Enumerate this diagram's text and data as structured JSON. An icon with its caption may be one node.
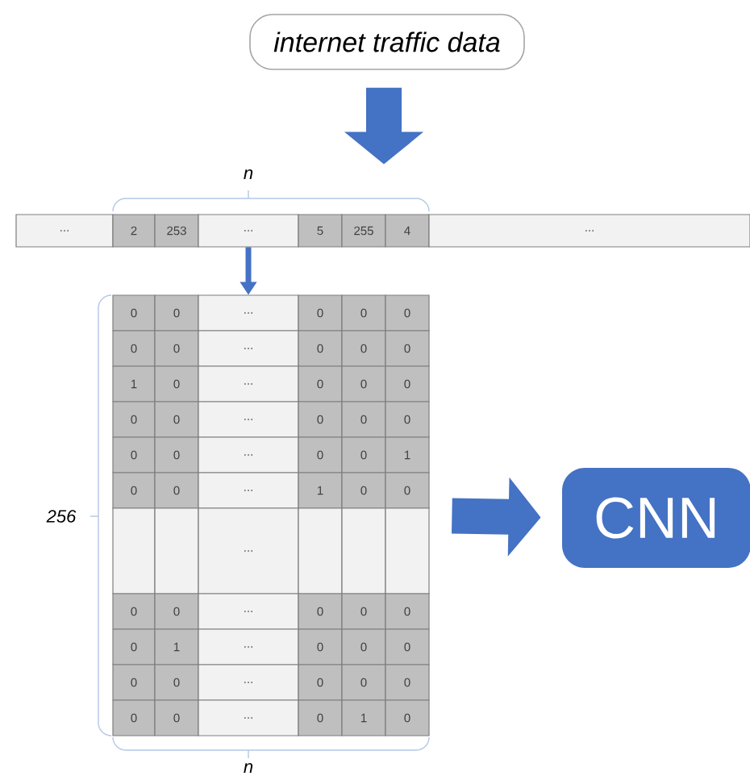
{
  "diagram": {
    "nodes": [
      {
        "text": [
          "internet traffic data"
        ]
      },
      {
        "text": [
          "...",
          "2",
          "253",
          "...",
          "5",
          "255",
          "4",
          "..."
        ]
      },
      {
        "text": [
          "0",
          "0",
          "...",
          "0",
          "0",
          "0",
          "0",
          "0",
          "...",
          "0",
          "0",
          "0",
          "1",
          "0",
          "...",
          "0",
          "0",
          "0",
          "0",
          "0",
          "...",
          "0",
          "0",
          "0",
          "0",
          "0",
          "...",
          "0",
          "0",
          "1",
          "0",
          "0",
          "...",
          "1",
          "0",
          "0",
          "...",
          "0",
          "0",
          "...",
          "0",
          "0",
          "0",
          "0",
          "1",
          "...",
          "0",
          "0",
          "0",
          "0",
          "0",
          "...",
          "0",
          "0",
          "0",
          "0",
          "0",
          "...",
          "0",
          "1",
          "0"
        ]
      },
      {
        "text": [
          "CNN"
        ]
      }
    ],
    "edges": [
      {
        "from": 0,
        "to": 1,
        "arrow": "to"
      },
      {
        "from": 1,
        "to": 2,
        "arrow": "to"
      },
      {
        "from": 2,
        "to": 3,
        "arrow": "to"
      }
    ],
    "labels": [
      "n",
      "256",
      "n"
    ]
  }
}
